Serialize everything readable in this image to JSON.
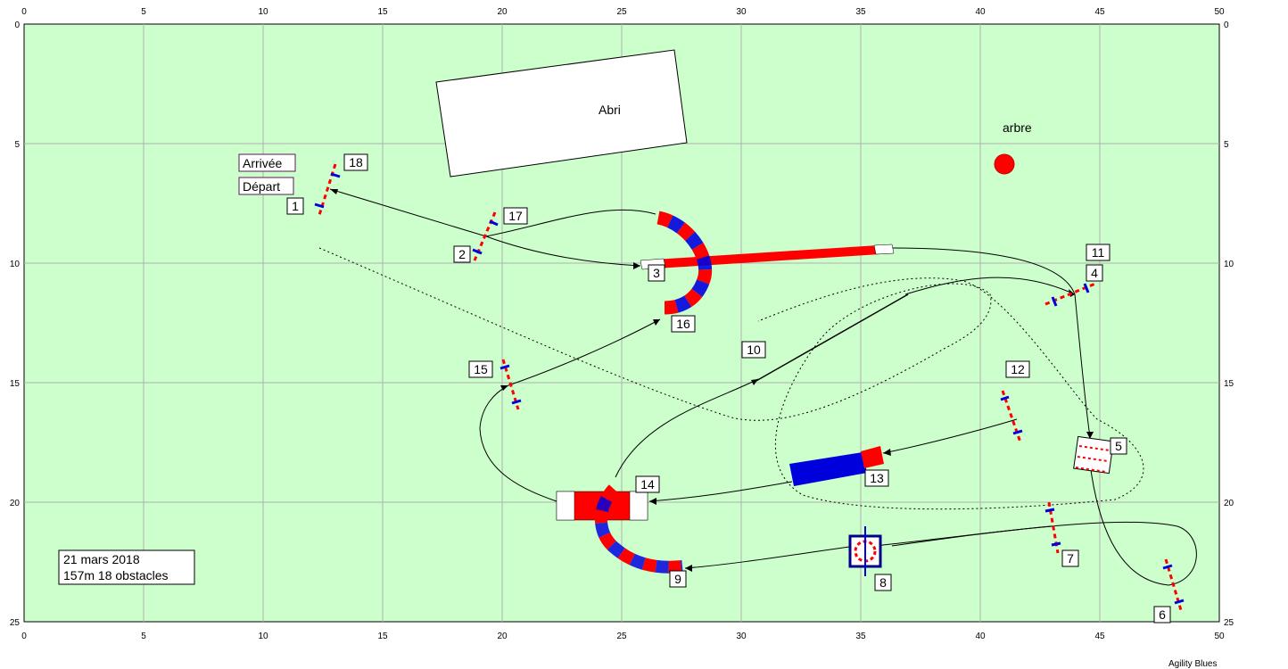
{
  "field": {
    "background": "#ccffcc",
    "grid_color": "#b0b0b0",
    "x_ticks": [
      "0",
      "5",
      "10",
      "15",
      "20",
      "25",
      "30",
      "35",
      "40",
      "45",
      "50"
    ],
    "y_ticks": [
      "0",
      "5",
      "10",
      "15",
      "20",
      "25"
    ]
  },
  "labels": {
    "abri": "Abri",
    "arbre": "arbre",
    "arrivee": "Arrivée",
    "depart": "Départ",
    "info_line1": "21 mars 2018",
    "info_line2": "157m 18 obstacles",
    "credit": "Agility Blues"
  },
  "obstacle_numbers": [
    "1",
    "2",
    "3",
    "4",
    "5",
    "6",
    "7",
    "8",
    "9",
    "10",
    "11",
    "12",
    "13",
    "14",
    "15",
    "16",
    "17",
    "18"
  ],
  "colors": {
    "red": "#ff0000",
    "blue": "#0000dd",
    "white": "#ffffff"
  }
}
